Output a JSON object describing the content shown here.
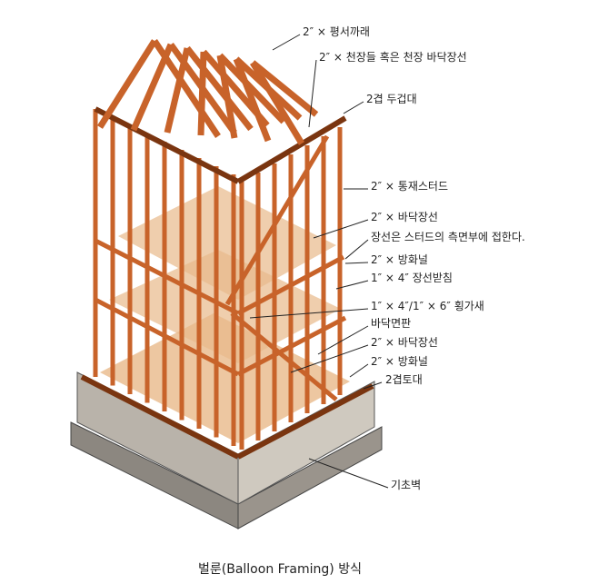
{
  "title": "Balloon Framing diagram",
  "labels": {
    "rafter": "2″ × 평서까래",
    "ceiling_joist": "2″ × 천장들 혹은 천장 바닥장선",
    "top_plate": "2겹 두겁대",
    "stud": "2″ × 통재스터드",
    "floor_joist_upper": "2″ × 바닥장선",
    "joist_note": "장선은 스터드의 측면부에 접한다.",
    "firestop_upper": "2″ × 방화널",
    "ribbon": "1″ × 4″ 장선받침",
    "bracing": "1″ × 4″/1″ × 6″ 횡가새",
    "subfloor": "바닥면판",
    "floor_joist_lower": "2″ × 바닥장선",
    "firestop_lower": "2″ × 방화널",
    "sill": "2겹토대",
    "foundation": "기초벽"
  },
  "caption": "벌룬(Balloon Framing) 방식",
  "colors": {
    "wood": "#c8632a",
    "wood_dark": "#7a3510",
    "floor": "#e8b98a",
    "concrete": "#b9b3aa"
  }
}
